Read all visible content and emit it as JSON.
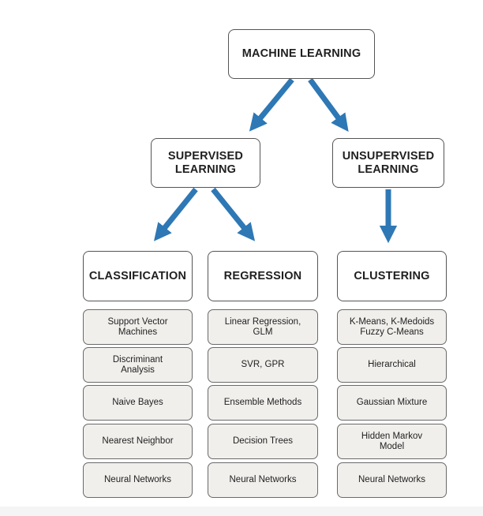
{
  "root": {
    "label": "MACHINE LEARNING"
  },
  "supervised": {
    "label": "SUPERVISED\nLEARNING"
  },
  "unsupervised": {
    "label": "UNSUPERVISED\nLEARNING"
  },
  "classification": {
    "label": "CLASSIFICATION",
    "items": [
      "Support Vector\nMachines",
      "Discriminant\nAnalysis",
      "Naive Bayes",
      "Nearest Neighbor",
      "Neural Networks"
    ]
  },
  "regression": {
    "label": "REGRESSION",
    "items": [
      "Linear Regression,\nGLM",
      "SVR, GPR",
      "Ensemble Methods",
      "Decision Trees",
      "Neural Networks"
    ]
  },
  "clustering": {
    "label": "CLUSTERING",
    "items": [
      "K-Means, K-Medoids\nFuzzy C-Means",
      "Hierarchical",
      "Gaussian Mixture",
      "Hidden Markov\nModel",
      "Neural Networks"
    ]
  },
  "colors": {
    "arrow": "#2e78b5",
    "item_fill": "#f1efec",
    "border": "#555555"
  }
}
